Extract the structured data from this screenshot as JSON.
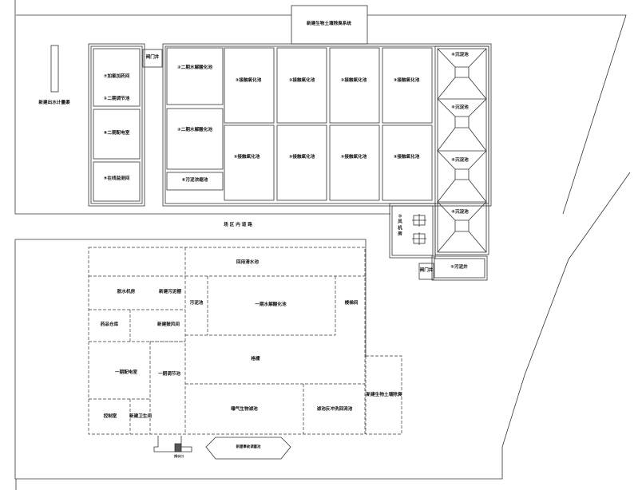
{
  "top_section": {
    "bio_deodor_top": "新建生物土壤除臭系统",
    "flow_meter": "新建出水计量渠",
    "valve_well_1": "阀门井",
    "dosing_room": "⑦加氯加药间",
    "reg_tank_2": "①二期调节池",
    "distrib_room_2": "⑧二期配电室",
    "monitor_room": "⑨在线监测间",
    "hydrolysis_a": "②二期水解酸化池",
    "hydrolysis_b": "②二期水解酸化池",
    "sludge_thick": "⑥污泥浓缩池",
    "contact_oxid": "③接触氧化池",
    "sediment": "④沉淀池",
    "blower_room": "⑩风机房",
    "valve_well_2": "阀门井",
    "sludge_well": "⑤污泥井"
  },
  "road_label": "场 区 内 道 路",
  "bottom_section": {
    "reuse_pool": "回用清水池",
    "dewater_room": "脱水机房",
    "new_sludge_shed": "新建污泥棚",
    "sludge_pool": "污泥池",
    "hydrolysis_1": "一期水解酸化池",
    "stair_room": "楼梯间",
    "spare_room": "药品仓库",
    "new_fan_room": "新建鼓风间",
    "distrib_room_1": "一期配电室",
    "reg_tank_1": "一期调节池",
    "grating": "格栅",
    "aerobic_filter": "曝气生物滤池",
    "filter_backwash": "滤池反冲洗回流池",
    "bio_deodor_right": "新建生物土壤除臭",
    "control_room": "控制室",
    "new_toilet": "新建卫生间",
    "outlet_well": "排水口",
    "ellipse_tank": "新建事故调蓄池"
  }
}
